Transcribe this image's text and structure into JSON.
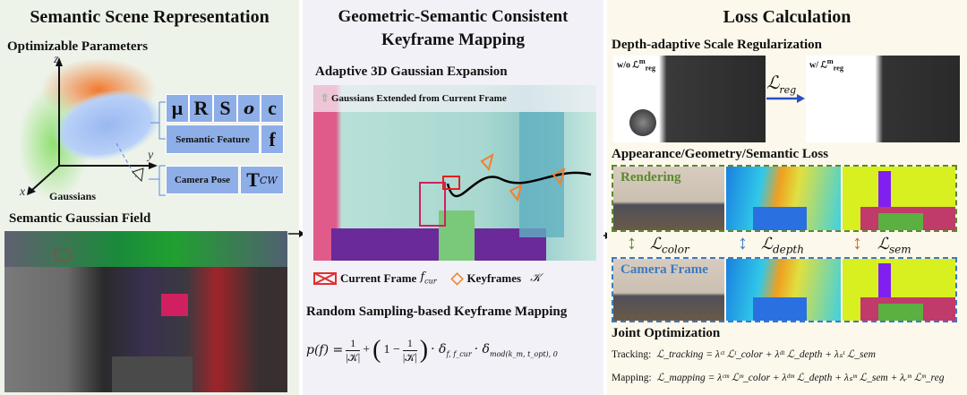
{
  "panel1": {
    "title": "Semantic Scene Representation",
    "optimizable_parameters": "Optimizable Parameters",
    "axes": {
      "z": "z",
      "y": "y",
      "x": "x"
    },
    "params": [
      "μ",
      "R",
      "S",
      "o",
      "c"
    ],
    "semantic_feature_label": "Semantic Feature",
    "semantic_feature_symbol": "f",
    "camera_pose_label": "Camera Pose",
    "camera_pose_symbol": "T",
    "camera_pose_sub": "CW",
    "gaussians_label": "Gaussians",
    "field_title": "Semantic Gaussian Field"
  },
  "panel2": {
    "title_line1": "Geometric-Semantic Consistent",
    "title_line2": "Keyframe Mapping",
    "expansion_title": "Adaptive 3D Gaussian Expansion",
    "gaussians_extended": "Gaussians Extended from Current Frame",
    "legend_current": "Current Frame",
    "legend_current_sym": "f",
    "legend_current_sub": "cur",
    "legend_keyframes": "Keyframes",
    "legend_keyframes_sym": "𝒦",
    "sampling_title": "Random Sampling-based Keyframe Mapping",
    "formula_lhs": "p(f) =",
    "formula_frac_num": "1",
    "formula_frac_den": "|𝒦|",
    "formula_rest": "· δ",
    "formula_sub1": "f, f_cur",
    "formula_sub2": "mod(k_m, t_opt), 0",
    "formula_one": "1 −",
    "formula_plus": "+",
    "formula_dot": "· δ"
  },
  "panel3": {
    "title": "Loss Calculation",
    "reg_title": "Depth-adaptive Scale Regularization",
    "without_label": "w/o ℒ",
    "with_label": "w/ ℒ",
    "reg_sup": "m",
    "reg_sub": "reg",
    "reg_arrow_label": "ℒ",
    "loss_title": "Appearance/Geometry/Semantic Loss",
    "rendering": "Rendering",
    "camera_frame": "Camera Frame",
    "losses": [
      {
        "sym": "ℒ",
        "sub": "color"
      },
      {
        "sym": "ℒ",
        "sub": "depth"
      },
      {
        "sym": "ℒ",
        "sub": "sem"
      }
    ],
    "joint_title": "Joint Optimization",
    "tracking_label": "Tracking:",
    "tracking_eq": "ℒ_tracking = λᶜᵗ ℒᵗ_color + λᵈᵗ ℒ_depth + λₛᵗ ℒ_sem",
    "mapping_label": "Mapping:",
    "mapping_eq": "ℒ_mapping = λᶜᵐ ℒᵐ_color + λᵈᵐ ℒ_depth + λₛᵐ ℒ_sem + λᵣᵐ ℒᵐ_reg"
  },
  "colors": {
    "param_box": "#8eaee8",
    "rendering": "#5a8a2e",
    "camera_frame": "#3b7bbf",
    "sem_arrow": "#d2691e",
    "reg_arrow": "#2a4fc0"
  }
}
